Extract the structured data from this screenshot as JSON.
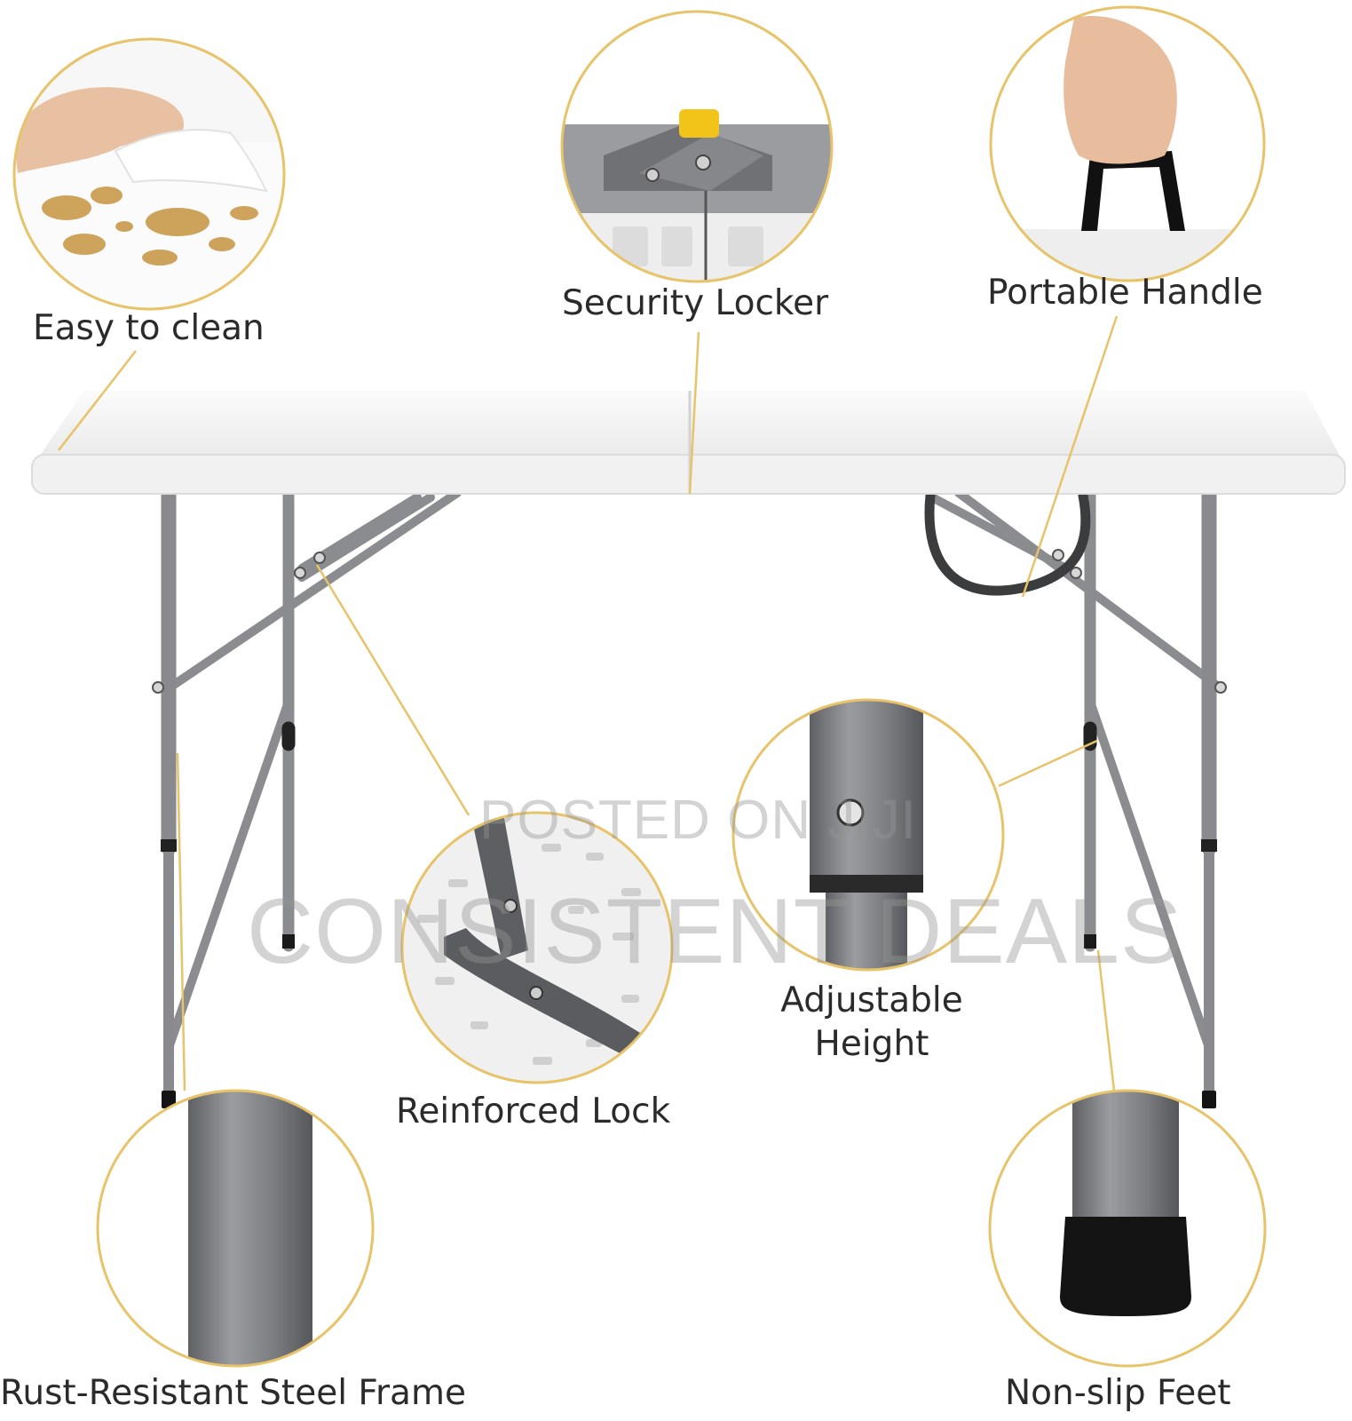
{
  "labels": {
    "easy_clean": "Easy to clean",
    "security_locker": "Security Locker",
    "portable_handle": "Portable Handle",
    "reinforced_lock": "Reinforced Lock",
    "adjustable_height_1": "Adjustable",
    "adjustable_height_2": "Height",
    "steel_frame": "Rust-Resistant Steel Frame",
    "non_slip_feet": "Non-slip Feet"
  },
  "watermark": {
    "line1": "POSTED ON JIJI",
    "line2": "CONSISTENT DEALS"
  },
  "colors": {
    "accent_gold": "#e7c36a",
    "frame_gray": "#7d7f82",
    "table_white": "#f4f4f4",
    "rubber_black": "#141414"
  }
}
